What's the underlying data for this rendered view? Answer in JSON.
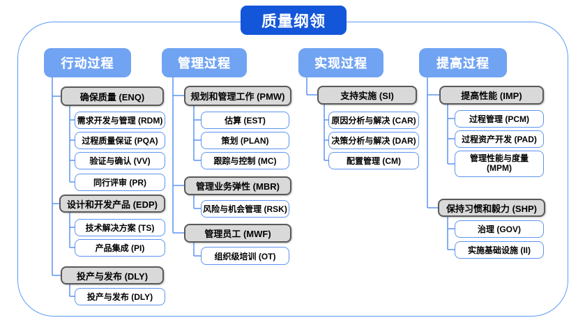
{
  "title": "质量纲领",
  "colors": {
    "title_bg": "#1456d9",
    "header_bg": "#70a3f2",
    "gray_fill": "#d9d9d9",
    "gray_border": "#595959",
    "leaf_border": "#5b93f0",
    "connector": "#5b93f0",
    "outline": "#5b9bf8"
  },
  "columns": [
    {
      "header": "行动过程",
      "groups": [
        {
          "label": "确保质量 (ENQ)",
          "children": [
            "需求开发与管理 (RDM)",
            "过程质量保证 (PQA)",
            "验证与确认 (VV)",
            "同行评审 (PR)"
          ]
        },
        {
          "label": "设计和开发产品 (EDP)",
          "children": [
            "技术解决方案 (TS)",
            "产品集成 (PI)"
          ]
        },
        {
          "label": "投产与发布 (DLY)",
          "children": [
            "投产与发布 (DLY)"
          ]
        }
      ]
    },
    {
      "header": "管理过程",
      "groups": [
        {
          "label": "规划和管理工作 (PMW)",
          "children": [
            "估算 (EST)",
            "策划 (PLAN)",
            "跟踪与控制 (MC)"
          ]
        },
        {
          "label": "管理业务弹性 (MBR)",
          "children": [
            "风险与机会管理 (RSK)"
          ]
        },
        {
          "label": "管理员工 (MWF)",
          "children": [
            "组织级培训 (OT)"
          ]
        }
      ]
    },
    {
      "header": "实现过程",
      "groups": [
        {
          "label": "支持实施 (SI)",
          "children": [
            "原因分析与解决 (CAR)",
            "决策分析与解决 (DAR)",
            "配置管理 (CM)"
          ]
        }
      ]
    },
    {
      "header": "提高过程",
      "groups": [
        {
          "label": "提高性能 (IMP)",
          "children": [
            "过程管理 (PCM)",
            "过程资产开发 (PAD)",
            "管理性能与度量 (MPM)"
          ]
        },
        {
          "label": "保持习惯和毅力 (SHP)",
          "children": [
            "治理 (GOV)",
            "实施基础设施 (II)"
          ]
        }
      ]
    }
  ]
}
